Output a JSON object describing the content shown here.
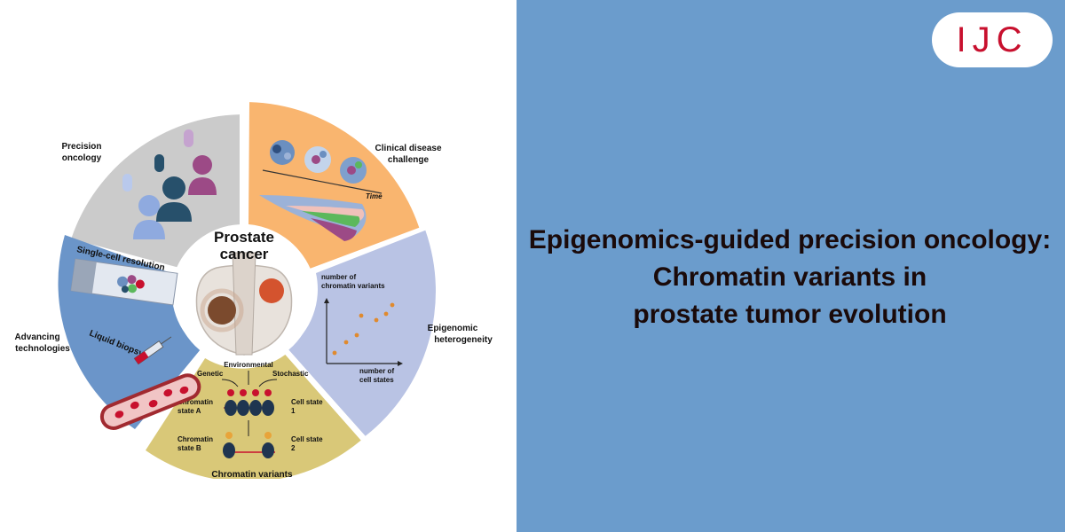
{
  "logo": {
    "text": "IJC"
  },
  "title": {
    "line1": "Epigenomics-guided precision oncology:",
    "line2": "Chromatin variants in",
    "line3": "prostate tumor evolution"
  },
  "diagram": {
    "center": {
      "line1": "Prostate",
      "line2": "cancer"
    },
    "segments": {
      "precision": {
        "line1": "Precision",
        "line2": "oncology",
        "color": "#cbcbcb"
      },
      "clinical": {
        "line1": "Clinical disease",
        "line2": "challenge",
        "color": "#f9b56f",
        "time_label": "Time"
      },
      "epigenomic": {
        "line1": "Epigenomic",
        "line2": "heterogeneity",
        "color": "#b9c3e4",
        "ylabel_line1": "number of",
        "ylabel_line2": "chromatin variants",
        "xlabel_line1": "number of",
        "xlabel_line2": "cell states"
      },
      "chromatin": {
        "label": "Chromatin variants",
        "color": "#d9c878",
        "genetic": "Genetic",
        "environmental": "Environmental",
        "stochastic": "Stochastic",
        "state_a_line1": "Chromatin",
        "state_a_line2": "state A",
        "state_b_line1": "Chromatin",
        "state_b_line2": "state B",
        "cell1_line1": "Cell state",
        "cell1_line2": "1",
        "cell2_line1": "Cell state",
        "cell2_line2": "2"
      },
      "technologies": {
        "line1": "Advancing",
        "line2": "technologies",
        "color": "#6b95c9",
        "single_cell": "Single-cell resolution",
        "liquid_biopsy": "Liquid biopsy"
      }
    }
  }
}
